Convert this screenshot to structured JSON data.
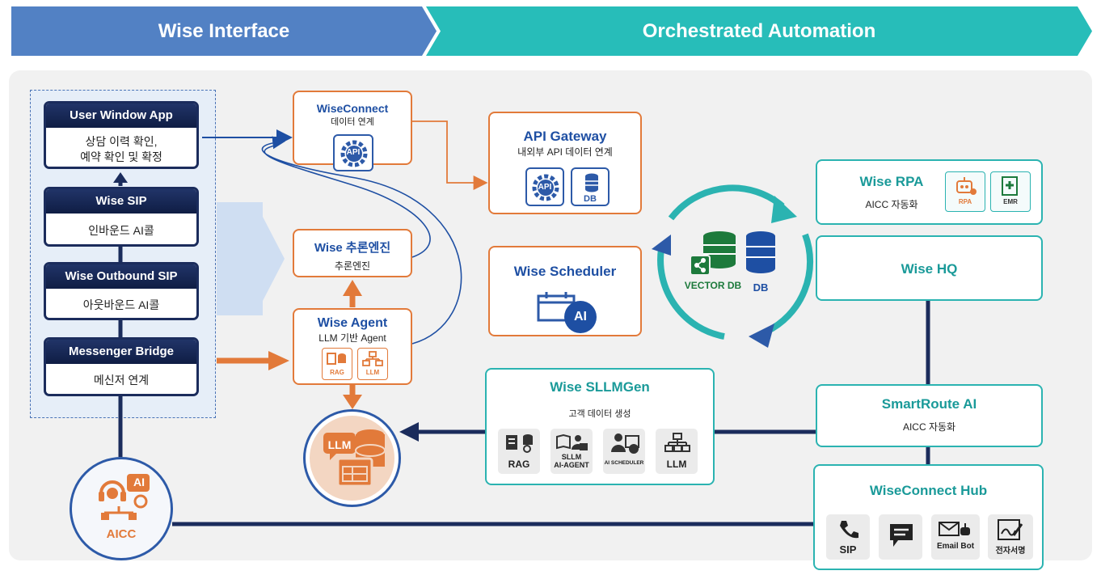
{
  "banners": {
    "left": "Wise Interface",
    "right": "Orchestrated Automation"
  },
  "left_cards": [
    {
      "title": "User Window App",
      "lines": [
        "상담 이력 확인,",
        "예약 확인 및 확정"
      ]
    },
    {
      "title": "Wise SIP",
      "lines": [
        "인바운드 AI콜"
      ]
    },
    {
      "title": "Wise Outbound SIP",
      "lines": [
        "아웃바운드 AI콜"
      ]
    },
    {
      "title": "Messenger Bridge",
      "lines": [
        "메신저 연계"
      ]
    }
  ],
  "aicc": {
    "label": "AICC",
    "ai": "AI"
  },
  "wiseconnect": {
    "title": "WiseConnect",
    "sub": "데이터 연계",
    "icon": "API"
  },
  "inference": {
    "title": "Wise 추론엔진",
    "sub": "추론엔진"
  },
  "agent": {
    "title": "Wise Agent",
    "sub": "LLM 기반 Agent",
    "icons": [
      "RAG",
      "LLM"
    ]
  },
  "llm_circle": {
    "label": "LLM"
  },
  "api_gateway": {
    "title": "API Gateway",
    "sub": "내외부 API 데이터 연계",
    "icons": [
      "API",
      "DB"
    ]
  },
  "scheduler": {
    "title": "Wise Scheduler",
    "badge": "AI"
  },
  "cycle": {
    "vector_db": "VECTOR DB",
    "db": "DB"
  },
  "sllmgen": {
    "title": "Wise SLLMGen",
    "sub": "고객 데이터 생성",
    "icons": [
      {
        "lines": [
          "RAG"
        ]
      },
      {
        "lines": [
          "SLLM",
          "AI-AGENT"
        ]
      },
      {
        "lines": [
          "AI SCHEDULER"
        ]
      },
      {
        "lines": [
          "LLM"
        ]
      }
    ]
  },
  "rpa": {
    "title": "Wise RPA",
    "sub": "AICC 자동화",
    "icons": [
      "RPA",
      "EMR"
    ]
  },
  "hq": {
    "title": "Wise HQ"
  },
  "smartroute": {
    "title": "SmartRoute AI",
    "sub": "AICC 자동화"
  },
  "hub": {
    "title": "WiseConnect Hub",
    "icons": [
      "SIP",
      "",
      "Email Bot",
      "전자서명"
    ]
  },
  "colors": {
    "navy": "#1b2c5c",
    "orange": "#e27a3a",
    "teal": "#2bb3b1",
    "blue": "#1e4fa3",
    "banner_left": "#4f7cc0",
    "banner_right": "#27bdb9"
  }
}
